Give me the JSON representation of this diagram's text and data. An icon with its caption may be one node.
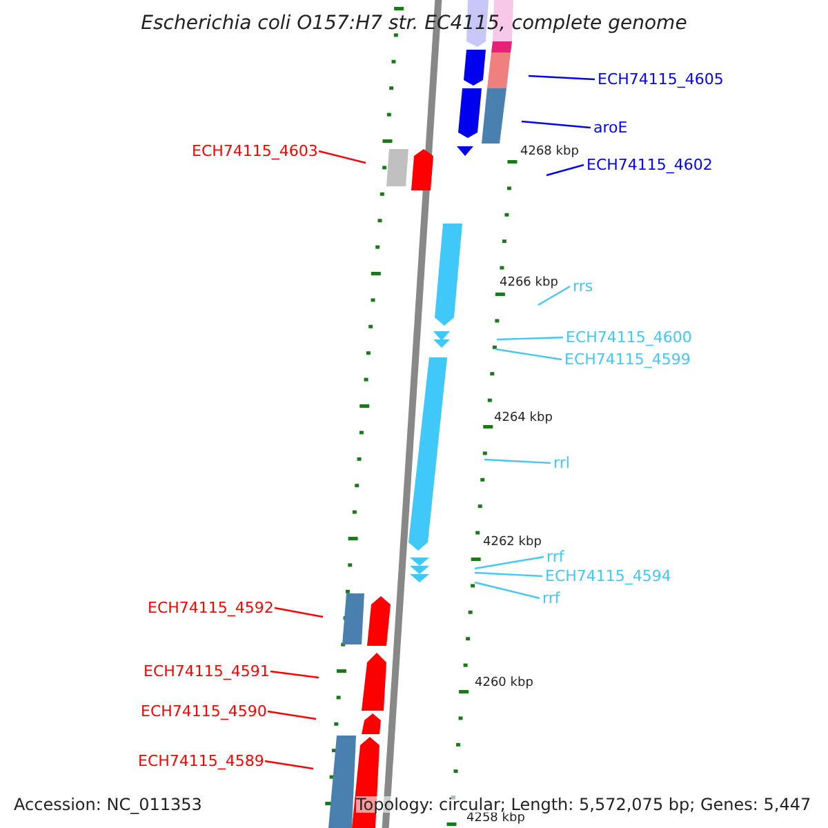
{
  "diagram": {
    "title": "Escherichia coli O157:H7 str. EC4115, complete genome",
    "nodes": [
      {
        "text": [
          "ECH74115_4605"
        ]
      },
      {
        "text": [
          "aroE"
        ]
      },
      {
        "text": [
          "ECH74115_4603"
        ]
      },
      {
        "text": [
          "ECH74115_4602"
        ]
      },
      {
        "text": [
          "rrs"
        ]
      },
      {
        "text": [
          "ECH74115_4600"
        ]
      },
      {
        "text": [
          "ECH74115_4599"
        ]
      },
      {
        "text": [
          "rrl"
        ]
      },
      {
        "text": [
          "rrf"
        ]
      },
      {
        "text": [
          "ECH74115_4594"
        ]
      },
      {
        "text": [
          "rrf"
        ]
      },
      {
        "text": [
          "ECH74115_4592"
        ]
      },
      {
        "text": [
          "ECH74115_4591"
        ]
      },
      {
        "text": [
          "ECH74115_4590"
        ]
      },
      {
        "text": [
          "ECH74115_4589"
        ]
      }
    ],
    "edges": [
      {
        "from": 0,
        "to": null,
        "arrow": "none",
        "color": "#0000ff"
      },
      {
        "from": 1,
        "to": null,
        "arrow": "none",
        "color": "#0000ff"
      },
      {
        "from": 2,
        "to": null,
        "arrow": "none",
        "color": "#ff0000"
      },
      {
        "from": 3,
        "to": null,
        "arrow": "none",
        "color": "#0000ff"
      },
      {
        "from": 4,
        "to": null,
        "arrow": "none"
      },
      {
        "from": 5,
        "to": null,
        "arrow": "none"
      },
      {
        "from": 6,
        "to": null,
        "arrow": "none"
      },
      {
        "from": 7,
        "to": null,
        "arrow": "none"
      },
      {
        "from": 8,
        "to": null,
        "arrow": "none"
      },
      {
        "from": 9,
        "to": null,
        "arrow": "none"
      },
      {
        "from": 10,
        "to": null,
        "arrow": "none"
      },
      {
        "from": 11,
        "to": null,
        "arrow": "none",
        "color": "#ff0000"
      },
      {
        "from": 12,
        "to": null,
        "arrow": "none",
        "color": "#ff0000"
      },
      {
        "from": 13,
        "to": null,
        "arrow": "none",
        "color": "#ff0000"
      },
      {
        "from": 14,
        "to": null,
        "arrow": "none",
        "color": "#ff0000"
      }
    ],
    "labels": [
      "4268 kbp",
      "4266 kbp",
      "4264 kbp",
      "4262 kbp",
      "4260 kbp",
      "4258 kbp",
      "Accession: NC_011353",
      "Topology: circular; Length: 5,572,075 bp; Genes: 5,447"
    ]
  }
}
